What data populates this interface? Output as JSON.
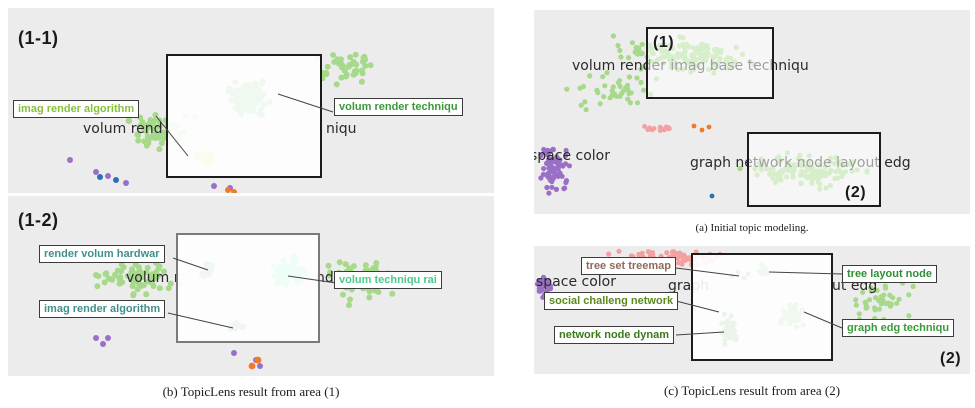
{
  "figure": {
    "panel_a": {
      "lens_tag_1": "(1)",
      "lens_tag_2": "(2)",
      "topics": [
        "volum render imag base techniqu",
        "space color",
        "graph network node layout edg"
      ],
      "caption": "(a) Initial topic modeling."
    },
    "panel_b": {
      "tag_1": "(1-1)",
      "tag_2": "(1-2)",
      "bg_topics_1": [
        "volum rend",
        "niqu"
      ],
      "bg_topics_2": [
        "volum r",
        "ndw"
      ],
      "labels_1": [
        "imag render algorithm",
        "volum render techniqu"
      ],
      "labels_2": [
        "render volum hardwar",
        "imag render algorithm",
        "volum techniqu rai"
      ],
      "caption": "(b) TopicLens result from area (1)"
    },
    "panel_c": {
      "tag": "(2)",
      "bg_topics": [
        "space color",
        "graph",
        "ut edg"
      ],
      "labels": [
        "tree set treemap",
        "social challeng network",
        "network node dynam",
        "tree layout node",
        "graph edg techniqu"
      ],
      "caption": "(c) TopicLens result from area (2)"
    }
  },
  "colors": {
    "panel_bg": "#ececec",
    "light_green": "#a6d98a",
    "green": "#6cc05e",
    "dark_green": "#2f8f34",
    "lime": "#b5e36a",
    "teal": "#5aa08a",
    "mint": "#62e6a8",
    "purple": "#9a6fc6",
    "orange": "#f07a2a",
    "pink": "#f2a0a0",
    "blue": "#2a6fb8",
    "label_lime": "#86c23c",
    "label_green": "#3a9a3a",
    "label_teal": "#3f8f8c",
    "label_mint": "#4cc98a",
    "label_brown": "#8c6a5c",
    "label_olive": "#5c8a1c"
  }
}
